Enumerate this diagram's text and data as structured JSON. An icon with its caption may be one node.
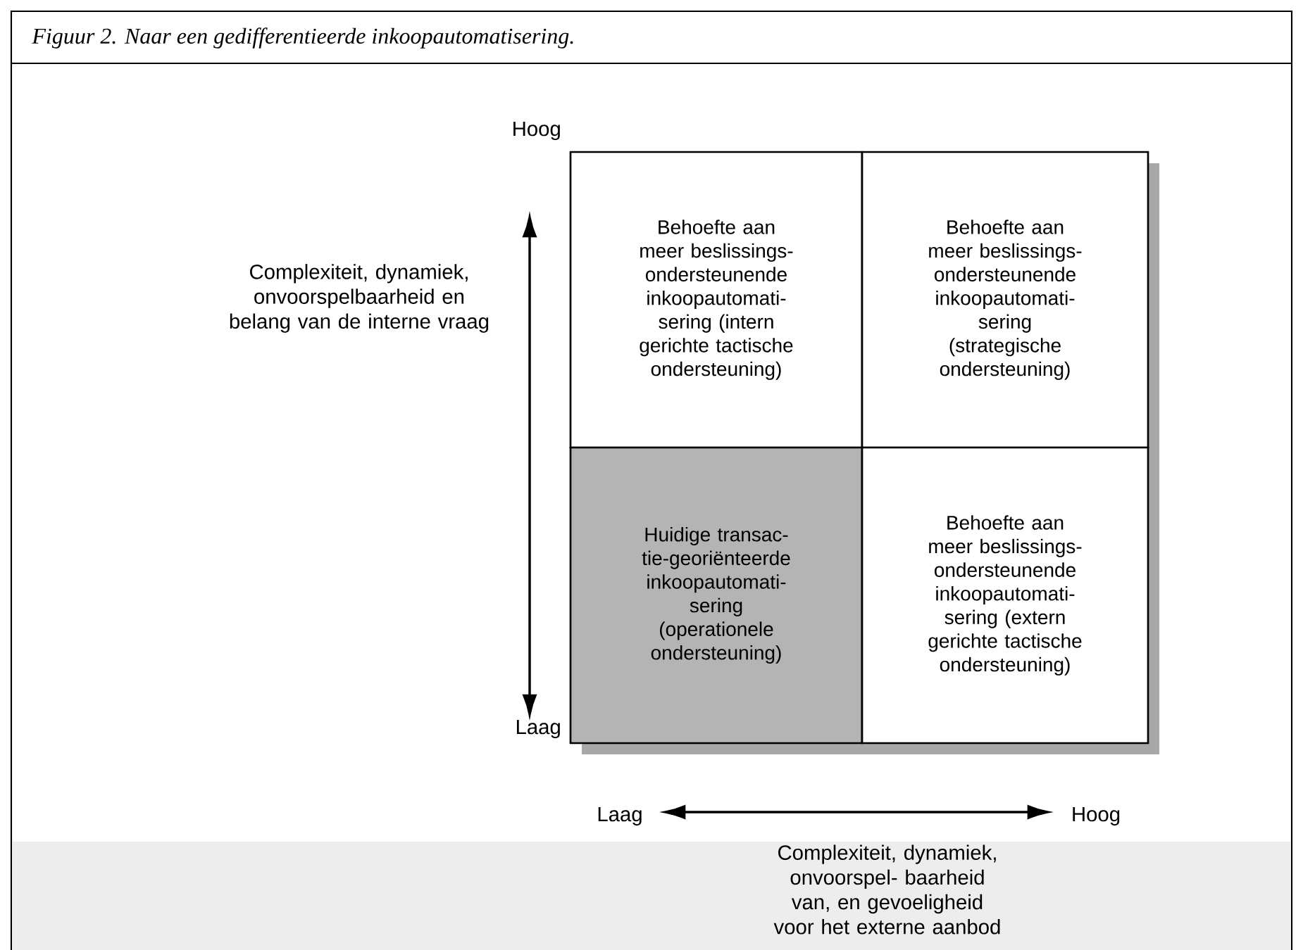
{
  "diagram": {
    "title": "Figuur 2. Naar een gedifferentieerde inkoopautomatisering.",
    "nodes": [
      {
        "text": [
          "Behoefte aan meer beslissings- ondersteunende inkoopautomati- sering (intern gerichte tactische ondersteuning)"
        ]
      },
      {
        "text": [
          "Behoefte aan meer beslissings- ondersteunende inkoopautomati- sering (strategische ondersteuning)"
        ]
      },
      {
        "text": [
          "Huidige transac- tie-georiënteerde inkoopautomati- sering (operationele ondersteuning)"
        ]
      },
      {
        "text": [
          "Behoefte aan meer beslissings- ondersteunende inkoopautomati- sering (extern gerichte tactische ondersteuning)"
        ]
      }
    ],
    "labels": [
      "Hoog",
      "Complexiteit, dynamiek, onvoorspelbaarheid en belang van de interne vraag",
      "Laag",
      "Laag",
      "Hoog",
      "Complexiteit, dynamiek, onvoorspel- baarheid van, en gevoeligheid voor het externe aanbod"
    ]
  }
}
